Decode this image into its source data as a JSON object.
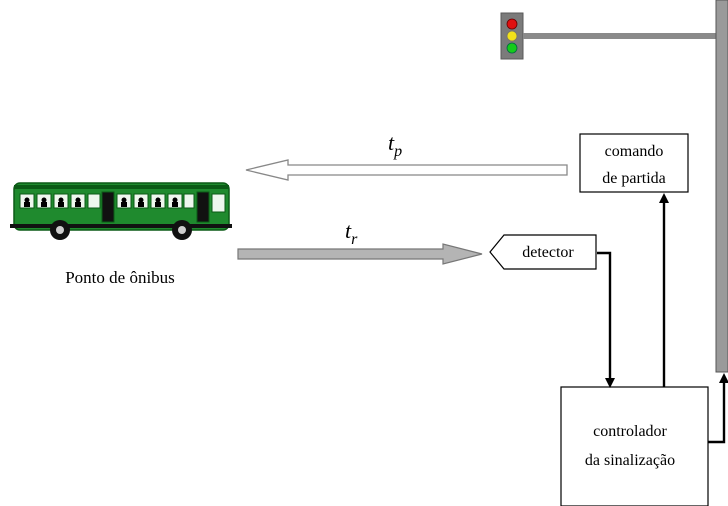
{
  "diagram": {
    "labels": {
      "bus_stop": "Ponto de ônibus",
      "start_command_line1": "comando",
      "start_command_line2": "de partida",
      "detector": "detector",
      "controller_line1": "controlador",
      "controller_line2": "da sinalização",
      "tp_base": "t",
      "tp_sub": "p",
      "tr_base": "t",
      "tr_sub": "r"
    },
    "colors": {
      "bus_green": "#1f8a2e",
      "bus_dark": "#0b5a16",
      "arrow_gray": "#b4b4b4",
      "pole_gray": "#8a8a8a",
      "signal_red": "#e01010",
      "signal_yellow": "#f2e21a",
      "signal_green": "#15cc1a"
    },
    "icons": [
      "bus-icon",
      "traffic-light-icon"
    ]
  }
}
